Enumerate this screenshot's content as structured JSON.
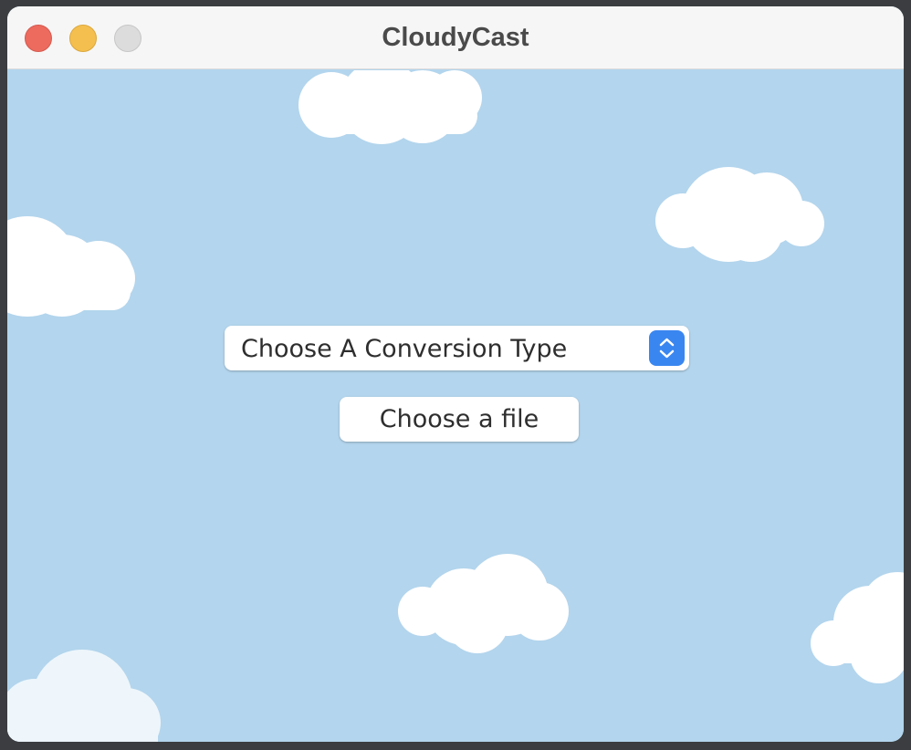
{
  "window": {
    "title": "CloudyCast",
    "controls": [
      "close",
      "minimize",
      "zoom"
    ]
  },
  "colors": {
    "sky": "#b3d5ed",
    "cloud": "#ffffff",
    "accent": "#3a86f0"
  },
  "conversion_select": {
    "selected": "Choose A Conversion Type",
    "icon": "chevron-up-down-icon"
  },
  "file_button": {
    "label": "Choose a file"
  }
}
